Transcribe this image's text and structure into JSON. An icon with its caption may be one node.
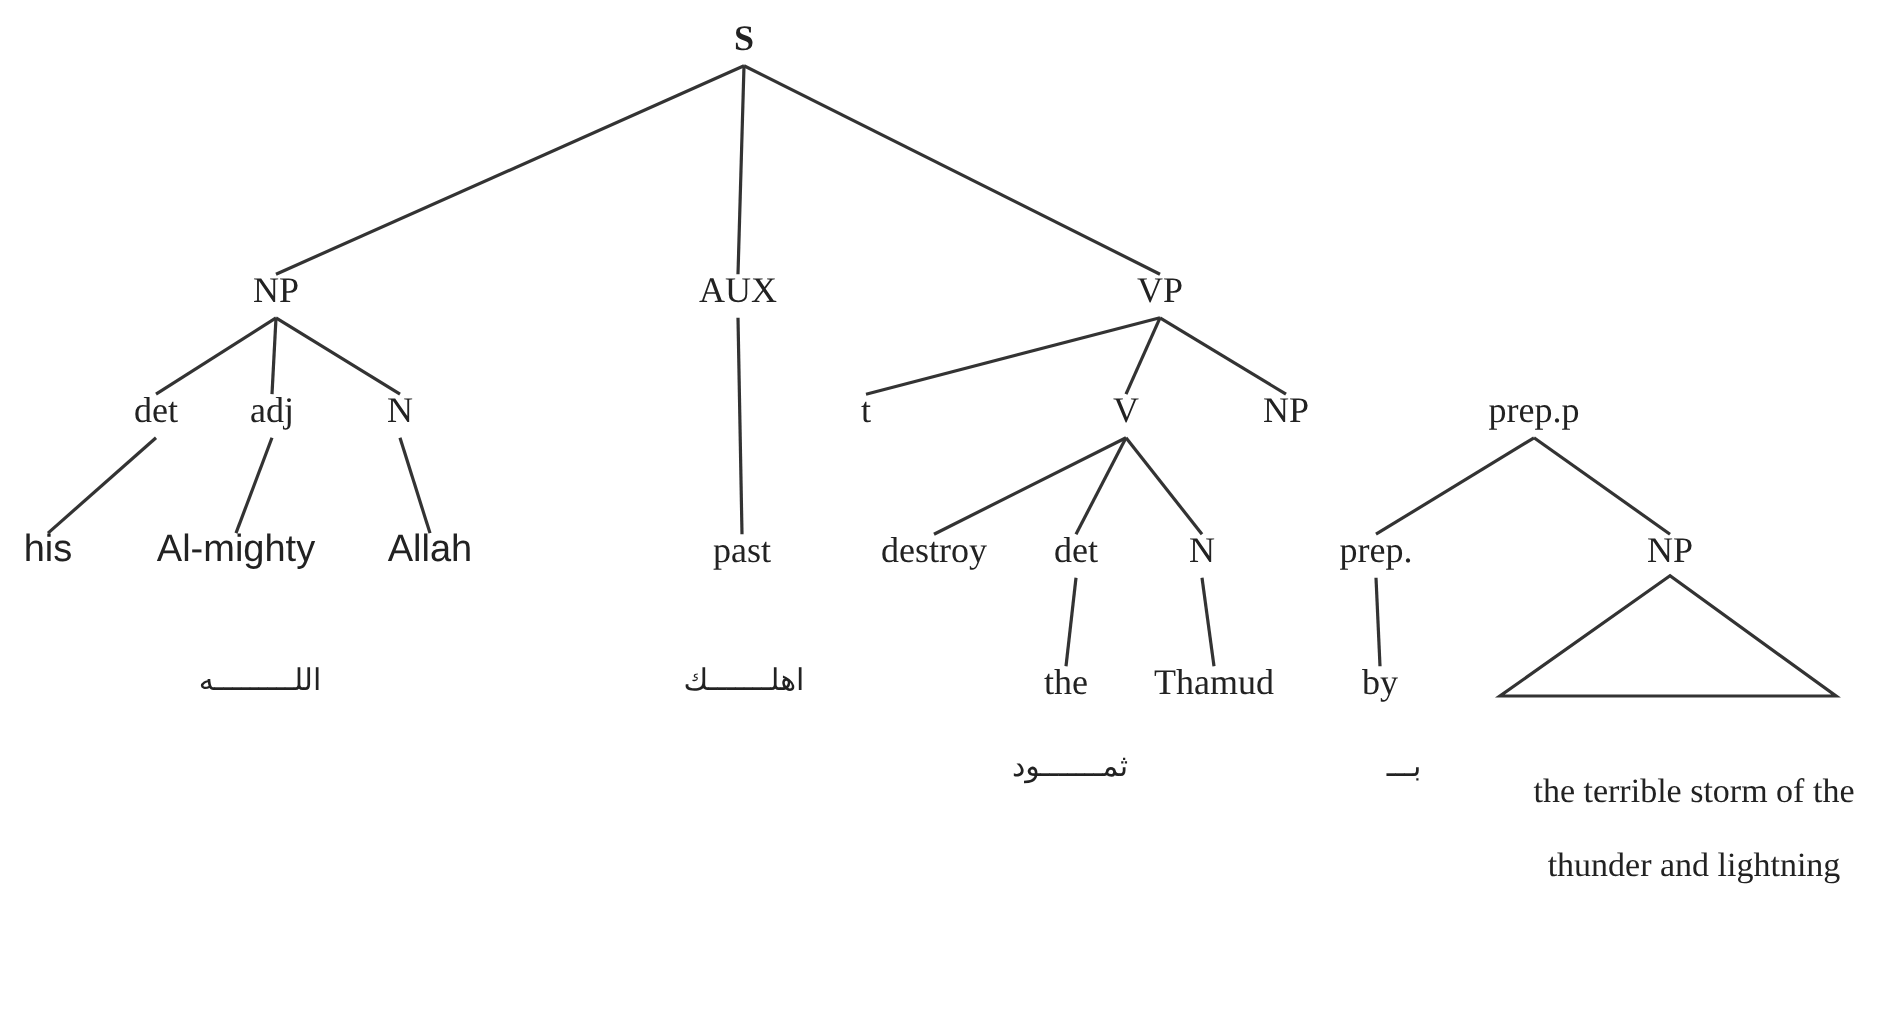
{
  "diagram": {
    "nodes": [
      {
        "text": [
          "S"
        ]
      },
      {
        "text": [
          "NP"
        ]
      },
      {
        "text": [
          "AUX"
        ]
      },
      {
        "text": [
          "VP"
        ]
      },
      {
        "text": [
          "det"
        ]
      },
      {
        "text": [
          "adj"
        ]
      },
      {
        "text": [
          "N"
        ]
      },
      {
        "text": [
          "t"
        ]
      },
      {
        "text": [
          "V"
        ]
      },
      {
        "text": [
          "NP"
        ]
      },
      {
        "text": [
          "prep.p"
        ]
      },
      {
        "text": [
          "his"
        ]
      },
      {
        "text": [
          "Al-mighty"
        ]
      },
      {
        "text": [
          "Allah"
        ]
      },
      {
        "text": [
          "past"
        ]
      },
      {
        "text": [
          "destroy"
        ]
      },
      {
        "text": [
          "det"
        ]
      },
      {
        "text": [
          "N"
        ]
      },
      {
        "text": [
          "prep."
        ]
      },
      {
        "text": [
          "NP"
        ]
      },
      {
        "text": [
          "the"
        ]
      },
      {
        "text": [
          "Thamud"
        ]
      },
      {
        "text": [
          "by"
        ]
      },
      {
        "text": [
          "the terrible storm of the thunder and lightning"
        ]
      }
    ],
    "edges": [
      {
        "from": 0,
        "to": 1,
        "arrow": "none"
      },
      {
        "from": 0,
        "to": 2,
        "arrow": "none"
      },
      {
        "from": 0,
        "to": 3,
        "arrow": "none"
      },
      {
        "from": 1,
        "to": 4,
        "arrow": "none"
      },
      {
        "from": 1,
        "to": 5,
        "arrow": "none"
      },
      {
        "from": 1,
        "to": 6,
        "arrow": "none"
      },
      {
        "from": 2,
        "to": 14,
        "arrow": "none"
      },
      {
        "from": 3,
        "to": 7,
        "arrow": "none"
      },
      {
        "from": 3,
        "to": 8,
        "arrow": "none"
      },
      {
        "from": 3,
        "to": 9,
        "arrow": "none"
      },
      {
        "from": 4,
        "to": 11,
        "arrow": "none"
      },
      {
        "from": 5,
        "to": 12,
        "arrow": "none"
      },
      {
        "from": 6,
        "to": 13,
        "arrow": "none"
      },
      {
        "from": 8,
        "to": 15,
        "arrow": "none"
      },
      {
        "from": 8,
        "to": 16,
        "arrow": "none"
      },
      {
        "from": 8,
        "to": 17,
        "arrow": "none"
      },
      {
        "from": 10,
        "to": 18,
        "arrow": "none"
      },
      {
        "from": 10,
        "to": 19,
        "arrow": "none"
      },
      {
        "from": 16,
        "to": 20,
        "arrow": "none"
      },
      {
        "from": 17,
        "to": 21,
        "arrow": "none"
      },
      {
        "from": 18,
        "to": 22,
        "arrow": "none"
      }
    ],
    "labels": [
      "اللـــــــــه",
      "اهلـــــــك",
      "ثمـــــــود",
      "بـــ"
    ]
  }
}
